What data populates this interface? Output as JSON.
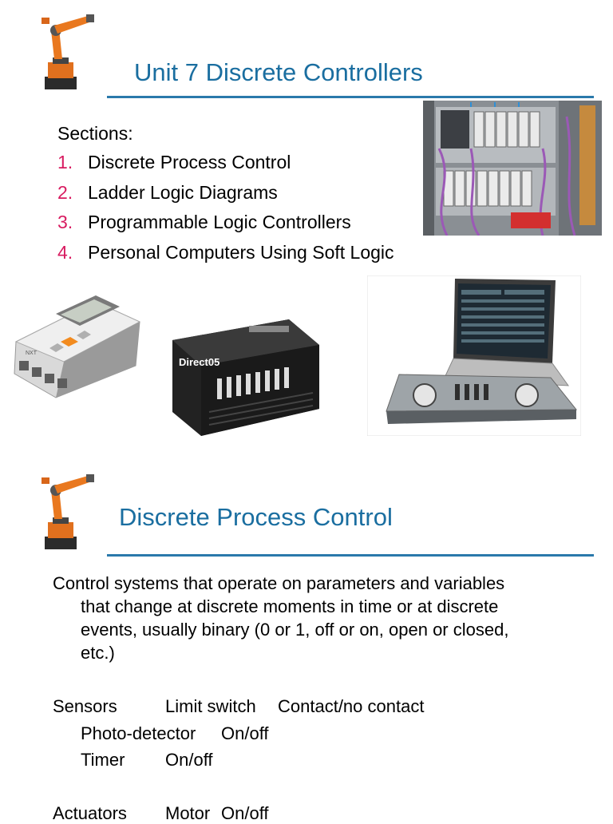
{
  "colors": {
    "title": "#1a6ea0",
    "rule": "#2a79ab",
    "list_number": "#d81b60"
  },
  "slide1": {
    "title": "Unit 7  Discrete Controllers",
    "sections_label": "Sections:",
    "sections": [
      {
        "num": "1.",
        "text": "Discrete Process Control"
      },
      {
        "num": "2.",
        "text": "Ladder Logic Diagrams"
      },
      {
        "num": "3.",
        "text": "Programmable Logic Controllers"
      },
      {
        "num": "4.",
        "text": "Personal Computers Using Soft Logic"
      }
    ],
    "plc_label": "Direct05"
  },
  "slide2": {
    "title": "Discrete Process Control",
    "paragraph_lines": [
      "Control systems that operate on parameters and variables",
      "that change at discrete moments in time or at discrete",
      "events, usually binary (0 or 1, off or on, open or closed,",
      "etc.)"
    ],
    "sensors": {
      "label": "Sensors",
      "items": [
        {
          "name": "Limit switch",
          "state": "Contact/no contact"
        },
        {
          "name": "Photo-detector",
          "state": "On/off"
        },
        {
          "name": "Timer",
          "state": "On/off"
        }
      ]
    },
    "actuators": {
      "label": "Actuators",
      "items": [
        {
          "name": "Motor",
          "state": "On/off"
        }
      ]
    }
  }
}
